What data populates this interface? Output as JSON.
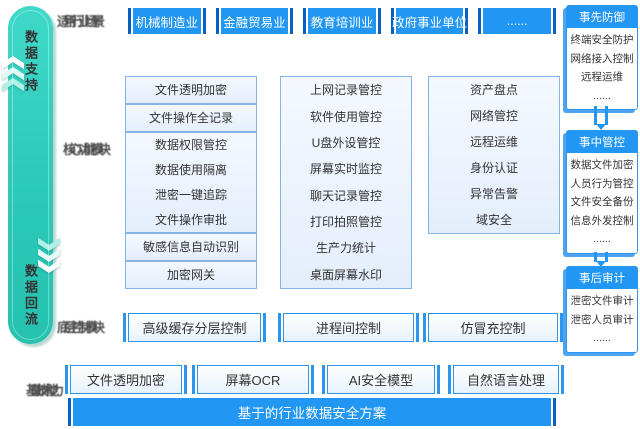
{
  "colors": {
    "primary_blue": "#2196f3",
    "dark_blue": "#0a5fc4",
    "teal": "#2cc9b8",
    "box_border": "#86b4e4",
    "box_bg": "#e9f2fc"
  },
  "ribbon": {
    "top": "数据支持",
    "bottom": "数据回流"
  },
  "row_labels": [
    "适用行业场景",
    "核心功能模块",
    "底层控制模块",
    "基础技术能力"
  ],
  "industries": [
    "机械制造业",
    "金融贸易业",
    "教育培训业",
    "政府事业单位",
    "......"
  ],
  "columns": [
    {
      "groups": [
        {
          "items": [
            "文件透明加密"
          ]
        },
        {
          "items": [
            "文件操作全记录"
          ]
        },
        {
          "items": [
            "数据权限管控",
            "数据使用隔离",
            "泄密一键追踪",
            "文件操作审批"
          ]
        },
        {
          "items": [
            "敏感信息自动识别"
          ]
        },
        {
          "items": [
            "加密网关"
          ]
        }
      ]
    },
    {
      "groups": [
        {
          "items": [
            "上网记录管控",
            "软件使用管控",
            "U盘外设管控",
            "屏幕实时监控",
            "聊天记录管控",
            "打印拍照管控",
            "生产力统计",
            "桌面屏幕水印"
          ]
        }
      ]
    },
    {
      "groups": [
        {
          "items": [
            "资产盘点",
            "网络管控",
            "远程运维",
            "身份认证",
            "异常告警",
            "域安全"
          ]
        }
      ]
    }
  ],
  "control_row": [
    "高级缓存分层控制",
    "进程间控制",
    "仿冒充控制"
  ],
  "capability_row": [
    "文件透明加密",
    "屏幕OCR",
    "AI安全模型",
    "自然语言处理"
  ],
  "bottom_bar": "基于的行业数据安全方案",
  "right_panels": [
    {
      "title": "事先防御",
      "items": [
        "终端安全防护",
        "网络接入控制",
        "远程运维",
        "......"
      ]
    },
    {
      "title": "事中管控",
      "items": [
        "数据文件加密",
        "人员行为管控",
        "文件安全备份",
        "信息外发控制",
        "......"
      ]
    },
    {
      "title": "事后审计",
      "items": [
        "泄密文件审计",
        "泄密人员审计",
        "......"
      ]
    }
  ]
}
